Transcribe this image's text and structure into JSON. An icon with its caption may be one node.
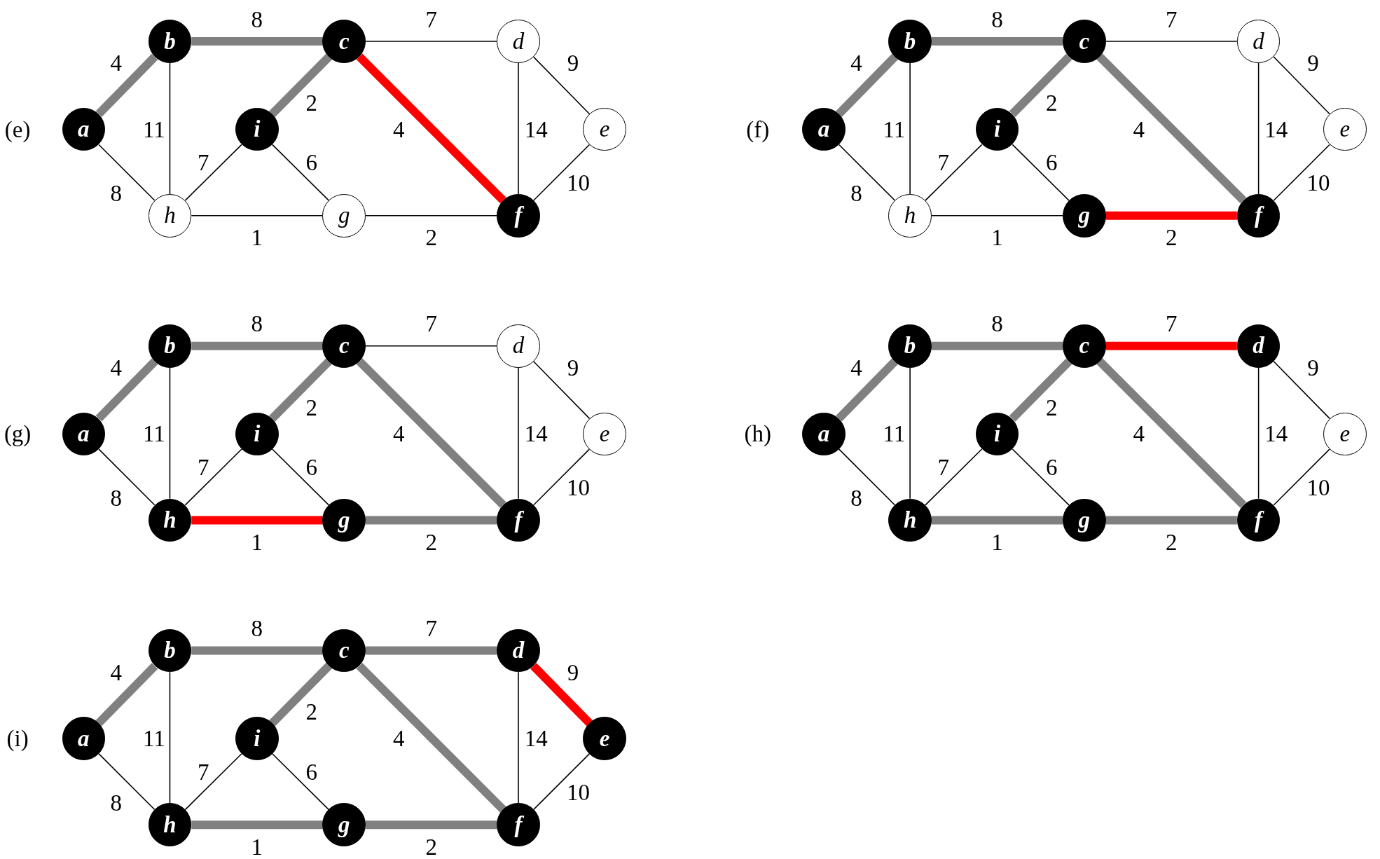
{
  "diagram": {
    "nodes": [
      {
        "text": [
          "b"
        ]
      },
      {
        "text": [
          "c"
        ]
      },
      {
        "text": [
          "d"
        ]
      },
      {
        "text": [
          "a"
        ]
      },
      {
        "text": [
          "i"
        ]
      },
      {
        "text": [
          "e"
        ]
      },
      {
        "text": [
          "h"
        ]
      },
      {
        "text": [
          "g"
        ]
      },
      {
        "text": [
          "f"
        ]
      },
      {
        "text": [
          "b"
        ]
      },
      {
        "text": [
          "c"
        ]
      },
      {
        "text": [
          "d"
        ]
      },
      {
        "text": [
          "a"
        ]
      },
      {
        "text": [
          "i"
        ]
      },
      {
        "text": [
          "e"
        ]
      },
      {
        "text": [
          "h"
        ]
      },
      {
        "text": [
          "g"
        ]
      },
      {
        "text": [
          "f"
        ]
      },
      {
        "text": [
          "b"
        ]
      },
      {
        "text": [
          "c"
        ]
      },
      {
        "text": [
          "d"
        ]
      },
      {
        "text": [
          "a"
        ]
      },
      {
        "text": [
          "i"
        ]
      },
      {
        "text": [
          "e"
        ]
      },
      {
        "text": [
          "h"
        ]
      },
      {
        "text": [
          "g"
        ]
      },
      {
        "text": [
          "f"
        ]
      },
      {
        "text": [
          "b"
        ]
      },
      {
        "text": [
          "c"
        ]
      },
      {
        "text": [
          "d"
        ]
      },
      {
        "text": [
          "a"
        ]
      },
      {
        "text": [
          "i"
        ]
      },
      {
        "text": [
          "e"
        ]
      },
      {
        "text": [
          "h"
        ]
      },
      {
        "text": [
          "g"
        ]
      },
      {
        "text": [
          "f"
        ]
      },
      {
        "text": [
          "b"
        ]
      },
      {
        "text": [
          "c"
        ]
      },
      {
        "text": [
          "d"
        ]
      },
      {
        "text": [
          "a"
        ]
      },
      {
        "text": [
          "i"
        ]
      },
      {
        "text": [
          "e"
        ]
      },
      {
        "text": [
          "h"
        ]
      },
      {
        "text": [
          "g"
        ]
      },
      {
        "text": [
          "f"
        ]
      }
    ],
    "edges": [
      {
        "from": 3,
        "to": 0,
        "label": "4",
        "arrow": "none",
        "style": "thick",
        "color": "#808080"
      },
      {
        "from": 3,
        "to": 6,
        "label": "8",
        "arrow": "none"
      },
      {
        "from": 0,
        "to": 1,
        "label": "8",
        "arrow": "none",
        "style": "thick",
        "color": "#808080"
      },
      {
        "from": 0,
        "to": 6,
        "label": "11",
        "arrow": "none"
      },
      {
        "from": 1,
        "to": 2,
        "label": "7",
        "arrow": "none"
      },
      {
        "from": 1,
        "to": 4,
        "label": "2",
        "arrow": "none",
        "style": "thick",
        "color": "#808080"
      },
      {
        "from": 1,
        "to": 8,
        "label": "4",
        "arrow": "none",
        "style": "thick",
        "color": "#ff0000"
      },
      {
        "from": 2,
        "to": 5,
        "label": "9",
        "arrow": "none"
      },
      {
        "from": 2,
        "to": 8,
        "label": "14",
        "arrow": "none"
      },
      {
        "from": 5,
        "to": 8,
        "label": "10",
        "arrow": "none"
      },
      {
        "from": 7,
        "to": 8,
        "label": "2",
        "arrow": "none"
      },
      {
        "from": 6,
        "to": 7,
        "label": "1",
        "arrow": "none"
      },
      {
        "from": 4,
        "to": 7,
        "label": "6",
        "arrow": "none"
      },
      {
        "from": 6,
        "to": 4,
        "label": "7",
        "arrow": "none"
      },
      {
        "from": 12,
        "to": 9,
        "label": "4",
        "arrow": "none",
        "style": "thick",
        "color": "#808080"
      },
      {
        "from": 12,
        "to": 15,
        "label": "8",
        "arrow": "none"
      },
      {
        "from": 9,
        "to": 10,
        "label": "8",
        "arrow": "none",
        "style": "thick",
        "color": "#808080"
      },
      {
        "from": 9,
        "to": 15,
        "label": "11",
        "arrow": "none"
      },
      {
        "from": 10,
        "to": 11,
        "label": "7",
        "arrow": "none"
      },
      {
        "from": 10,
        "to": 13,
        "label": "2",
        "arrow": "none",
        "style": "thick",
        "color": "#808080"
      },
      {
        "from": 10,
        "to": 17,
        "label": "4",
        "arrow": "none",
        "style": "thick",
        "color": "#808080"
      },
      {
        "from": 11,
        "to": 14,
        "label": "9",
        "arrow": "none"
      },
      {
        "from": 11,
        "to": 17,
        "label": "14",
        "arrow": "none"
      },
      {
        "from": 14,
        "to": 17,
        "label": "10",
        "arrow": "none"
      },
      {
        "from": 16,
        "to": 17,
        "label": "2",
        "arrow": "none",
        "style": "thick",
        "color": "#ff0000"
      },
      {
        "from": 15,
        "to": 16,
        "label": "1",
        "arrow": "none"
      },
      {
        "from": 13,
        "to": 16,
        "label": "6",
        "arrow": "none"
      },
      {
        "from": 15,
        "to": 13,
        "label": "7",
        "arrow": "none"
      },
      {
        "from": 21,
        "to": 18,
        "label": "4",
        "arrow": "none",
        "style": "thick",
        "color": "#808080"
      },
      {
        "from": 21,
        "to": 24,
        "label": "8",
        "arrow": "none"
      },
      {
        "from": 18,
        "to": 19,
        "label": "8",
        "arrow": "none",
        "style": "thick",
        "color": "#808080"
      },
      {
        "from": 18,
        "to": 24,
        "label": "11",
        "arrow": "none"
      },
      {
        "from": 19,
        "to": 20,
        "label": "7",
        "arrow": "none"
      },
      {
        "from": 19,
        "to": 22,
        "label": "2",
        "arrow": "none",
        "style": "thick",
        "color": "#808080"
      },
      {
        "from": 19,
        "to": 26,
        "label": "4",
        "arrow": "none",
        "style": "thick",
        "color": "#808080"
      },
      {
        "from": 20,
        "to": 23,
        "label": "9",
        "arrow": "none"
      },
      {
        "from": 20,
        "to": 26,
        "label": "14",
        "arrow": "none"
      },
      {
        "from": 23,
        "to": 26,
        "label": "10",
        "arrow": "none"
      },
      {
        "from": 25,
        "to": 26,
        "label": "2",
        "arrow": "none",
        "style": "thick",
        "color": "#808080"
      },
      {
        "from": 24,
        "to": 25,
        "label": "1",
        "arrow": "none",
        "style": "thick",
        "color": "#ff0000"
      },
      {
        "from": 22,
        "to": 25,
        "label": "6",
        "arrow": "none"
      },
      {
        "from": 24,
        "to": 22,
        "label": "7",
        "arrow": "none"
      },
      {
        "from": 30,
        "to": 27,
        "label": "4",
        "arrow": "none",
        "style": "thick",
        "color": "#808080"
      },
      {
        "from": 30,
        "to": 33,
        "label": "8",
        "arrow": "none"
      },
      {
        "from": 27,
        "to": 28,
        "label": "8",
        "arrow": "none",
        "style": "thick",
        "color": "#808080"
      },
      {
        "from": 27,
        "to": 33,
        "label": "11",
        "arrow": "none"
      },
      {
        "from": 28,
        "to": 29,
        "label": "7",
        "arrow": "none",
        "style": "thick",
        "color": "#ff0000"
      },
      {
        "from": 28,
        "to": 31,
        "label": "2",
        "arrow": "none",
        "style": "thick",
        "color": "#808080"
      },
      {
        "from": 28,
        "to": 35,
        "label": "4",
        "arrow": "none",
        "style": "thick",
        "color": "#808080"
      },
      {
        "from": 29,
        "to": 32,
        "label": "9",
        "arrow": "none"
      },
      {
        "from": 29,
        "to": 35,
        "label": "14",
        "arrow": "none"
      },
      {
        "from": 32,
        "to": 35,
        "label": "10",
        "arrow": "none"
      },
      {
        "from": 34,
        "to": 35,
        "label": "2",
        "arrow": "none",
        "style": "thick",
        "color": "#808080"
      },
      {
        "from": 33,
        "to": 34,
        "label": "1",
        "arrow": "none",
        "style": "thick",
        "color": "#808080"
      },
      {
        "from": 31,
        "to": 34,
        "label": "6",
        "arrow": "none"
      },
      {
        "from": 33,
        "to": 31,
        "label": "7",
        "arrow": "none"
      },
      {
        "from": 39,
        "to": 36,
        "label": "4",
        "arrow": "none",
        "style": "thick",
        "color": "#808080"
      },
      {
        "from": 39,
        "to": 42,
        "label": "8",
        "arrow": "none"
      },
      {
        "from": 36,
        "to": 37,
        "label": "8",
        "arrow": "none",
        "style": "thick",
        "color": "#808080"
      },
      {
        "from": 36,
        "to": 42,
        "label": "11",
        "arrow": "none"
      },
      {
        "from": 37,
        "to": 38,
        "label": "7",
        "arrow": "none",
        "style": "thick",
        "color": "#808080"
      },
      {
        "from": 37,
        "to": 40,
        "label": "2",
        "arrow": "none",
        "style": "thick",
        "color": "#808080"
      },
      {
        "from": 37,
        "to": 44,
        "label": "4",
        "arrow": "none",
        "style": "thick",
        "color": "#808080"
      },
      {
        "from": 38,
        "to": 41,
        "label": "9",
        "arrow": "none",
        "style": "thick",
        "color": "#ff0000"
      },
      {
        "from": 38,
        "to": 44,
        "label": "14",
        "arrow": "none"
      },
      {
        "from": 41,
        "to": 44,
        "label": "10",
        "arrow": "none"
      },
      {
        "from": 43,
        "to": 44,
        "label": "2",
        "arrow": "none",
        "style": "thick",
        "color": "#808080"
      },
      {
        "from": 42,
        "to": 43,
        "label": "1",
        "arrow": "none",
        "style": "thick",
        "color": "#808080"
      },
      {
        "from": 40,
        "to": 43,
        "label": "6",
        "arrow": "none"
      },
      {
        "from": 42,
        "to": 40,
        "label": "7",
        "arrow": "none"
      }
    ],
    "labels": [
      "(e)",
      "(f)",
      "(g)",
      "(h)",
      "(i)"
    ]
  }
}
